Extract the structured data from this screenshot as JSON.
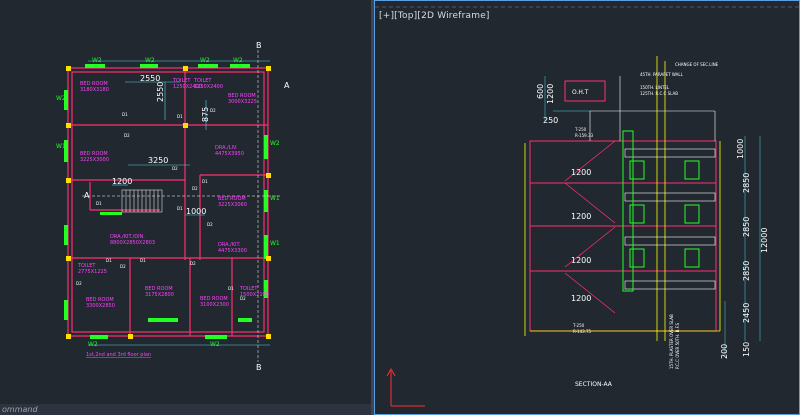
{
  "viewports": {
    "right_label": "[+][Top][2D Wireframe]"
  },
  "command_line": {
    "text": "ommand"
  },
  "plan": {
    "title": "1st,2nd and 3rd floor plan",
    "dims": {
      "d2550": "2550",
      "d2550v": "2550",
      "d3250": "3250",
      "d1200": "1200",
      "d1000": "1000",
      "d875": "875"
    },
    "rooms": [
      {
        "name": "BED ROOM",
        "size": "3180X3180"
      },
      {
        "name": "TOILET",
        "size": "1250X2400"
      },
      {
        "name": "TOILET",
        "size": "1250X2400"
      },
      {
        "name": "BED ROOM",
        "size": "3000X3225"
      },
      {
        "name": "BED ROOM",
        "size": "3225X3000"
      },
      {
        "name": "DRA./LIV.",
        "size": "4475X3950"
      },
      {
        "name": "BED ROOM",
        "size": "3225X3060"
      },
      {
        "name": "DRA./KIT./DIN.",
        "size": "8800X2850X2803"
      },
      {
        "name": "DRA./KIT.",
        "size": "4475X3300"
      },
      {
        "name": "TOILET",
        "size": "2775X1225"
      },
      {
        "name": "BED ROOM",
        "size": "3300X2850"
      },
      {
        "name": "BED ROOM",
        "size": "3175X2800"
      },
      {
        "name": "BED ROOM",
        "size": "3100X2300"
      },
      {
        "name": "TOILET",
        "size": "1500X2100"
      }
    ],
    "door_labels": [
      "D1",
      "D2",
      "D1",
      "D2",
      "D2",
      "D1",
      "D1",
      "D2",
      "D1",
      "D2",
      "D1",
      "D2",
      "D2",
      "D1",
      "D2",
      "D2",
      "D1"
    ],
    "window_labels": [
      "W2",
      "W2",
      "W2",
      "W2",
      "W2",
      "W1",
      "W2",
      "W1",
      "W1",
      "W2",
      "W2"
    ],
    "grid_marks": [
      "A",
      "A",
      "B",
      "B"
    ]
  },
  "section": {
    "title": "SECTION-AA",
    "oht": "O.H.T",
    "notes": {
      "change_sec": "CHANGE OF SEC.LINE",
      "parapet": "45TH. PARAPET WALL",
      "lintel_top": "150TH. LINTEL",
      "slab_top": "125TH. R.C.C SLAB",
      "bottom1": "15TH. PLASTER OVER SLAB",
      "bottom2": "P.C.C OVER 50TH. B.F.S",
      "t250_top": "T-250",
      "r_top": "R-159.33",
      "t250_bot": "T-250",
      "r_bot": "R-143.75"
    },
    "dims": {
      "d600": "600",
      "d1200": "1200",
      "d250": "250",
      "d1000": "1000",
      "d2850a": "2850",
      "d2850b": "2850",
      "d2850c": "2850",
      "d12000": "12000",
      "d2450": "2450",
      "d200": "200",
      "d150": "150",
      "d1200b": "1200",
      "d1200c": "1200",
      "d1200d": "1200",
      "d1200e": "1200"
    }
  },
  "colors": {
    "background": "#212830",
    "walls": "#ff3070",
    "windows": "#22ff22",
    "dimensions": "#ffffff",
    "labels": "#ff40ff",
    "viewport_border": "#5a9de0",
    "section_lines": "#ffff00"
  }
}
